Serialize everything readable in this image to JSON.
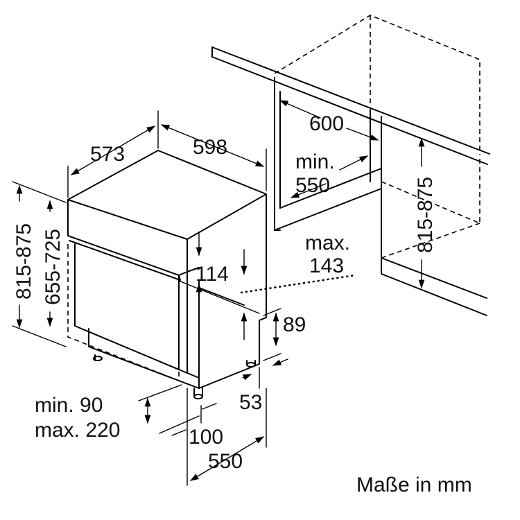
{
  "labels": {
    "depth_573": "573",
    "width_598": "598",
    "niche_width_600": "600",
    "niche_depth_min": "min.",
    "niche_depth_550": "550",
    "niche_height": "815-875",
    "total_height": "815-875",
    "door_height": "655-725",
    "max_label": "max.",
    "max_value": "143",
    "panel_114": "114",
    "plinth_89": "89",
    "foot_53": "53",
    "plinth_min": "min. 90",
    "plinth_max": "max. 220",
    "offset_100": "100",
    "depth_550": "550",
    "units_note": "Maße in mm"
  }
}
